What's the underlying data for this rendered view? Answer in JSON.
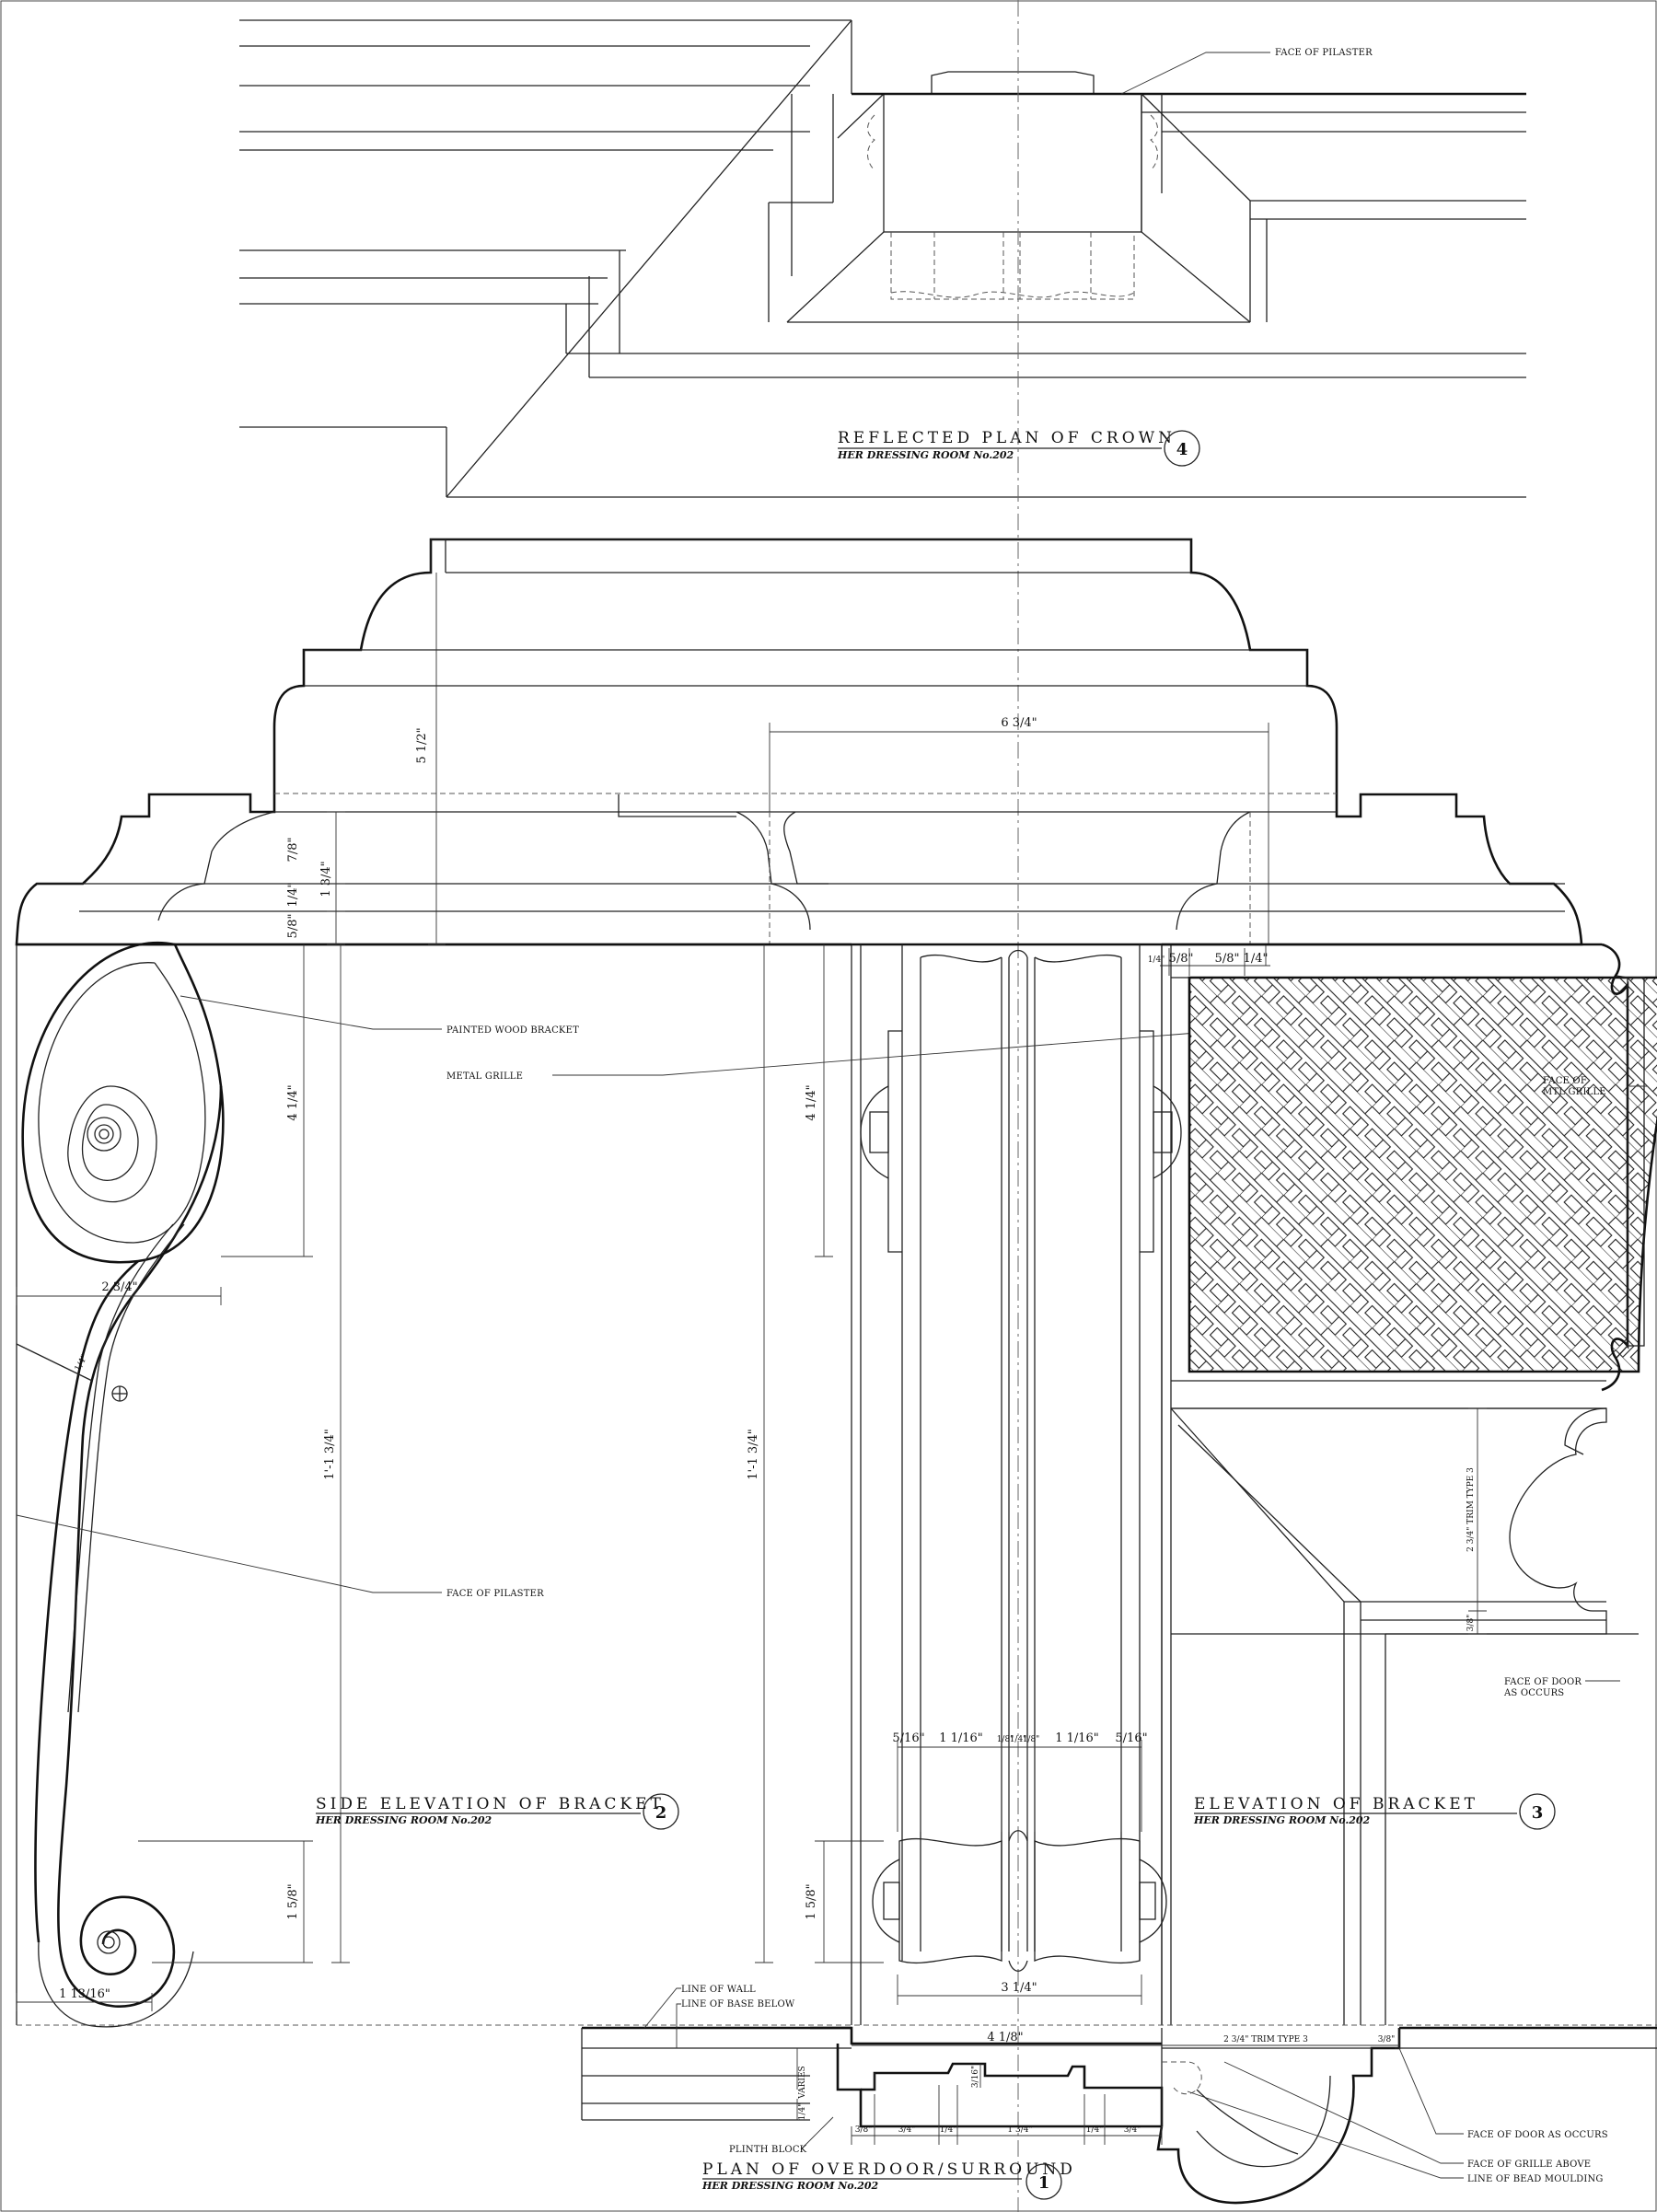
{
  "views": {
    "crown": {
      "title": "REFLECTED PLAN OF CROWN",
      "subtitle": "HER DRESSING ROOM No.202",
      "number": "4"
    },
    "side_bracket": {
      "title": "SIDE ELEVATION OF BRACKET",
      "subtitle": "HER DRESSING ROOM No.202",
      "number": "2"
    },
    "bracket": {
      "title": "ELEVATION OF BRACKET",
      "subtitle": "HER DRESSING ROOM No.202",
      "number": "3"
    },
    "overdoor": {
      "title": "PLAN OF OVERDOOR/SURROUND",
      "subtitle": "HER DRESSING ROOM No.202",
      "number": "1"
    }
  },
  "notes": {
    "face_of_pilaster_top": "FACE OF PILASTER",
    "painted_wood_bracket": "PAINTED WOOD BRACKET",
    "metal_grille": "METAL GRILLE",
    "face_of_pilaster": "FACE OF PILASTER",
    "face_of_mtl_grille_1": "FACE OF",
    "face_of_mtl_grille_2": "MTL GRILLE",
    "face_of_door_1": "FACE OF DOOR",
    "face_of_door_2": "AS OCCURS",
    "line_of_wall": "LINE OF WALL",
    "line_of_base_below": "LINE OF BASE BELOW",
    "plinth_block": "PLINTH BLOCK",
    "face_of_door_as_occurs": "FACE OF DOOR AS OCCURS",
    "face_of_grille_above": "FACE OF GRILLE ABOVE",
    "line_of_bead_moulding": "LINE OF BEAD MOULDING",
    "varies": "VARIES"
  },
  "dims": {
    "d_5_1_2": "5 1/2\"",
    "d_6_3_4": "6 3/4\"",
    "d_7_8": "7/8\"",
    "d_1_4_a": "1/4\"",
    "d_5_8_a": "5/8\"",
    "d_1_3_4": "1 3/4\"",
    "d_4_1_4_a": "4 1/4\"",
    "d_4_1_4_b": "4 1/4\"",
    "d_2_3_4": "2 3/4\"",
    "d_1_4_b": "1/4\"",
    "d_1_1_3_4_a": "1'-1 3/4\"",
    "d_1_1_3_4_b": "1'-1 3/4\"",
    "d_1_5_8_a": "1 5/8\"",
    "d_1_5_8_b": "1 5/8\"",
    "d_1_13_16": "1 13/16\"",
    "top_1_4_a": "1/4\"",
    "top_5_8_a": "5/8\"",
    "top_5_8_b": "5/8\"",
    "top_1_4_b": "1/4\"",
    "c_5_16_a": "5/16\"",
    "c_1_1_16_a": "1 1/16\"",
    "c_1_8_a": "1/8\"",
    "c_1_4": "1/4\"",
    "c_1_8_b": "1/8\"",
    "c_1_1_16_b": "1 1/16\"",
    "c_5_16_b": "5/16\"",
    "c_3_1_4": "3 1/4\"",
    "trim_vert": "2 3/4\" TRIM TYPE 3",
    "d_3_8_v": "3/8\"",
    "p_4_1_8": "4 1/8\"",
    "p_trim": "2 3/4\" TRIM TYPE 3",
    "p_3_8_top": "3/8\"",
    "p_1_4_left": "1/4\"",
    "p_3_8": "3/8\"",
    "p_3_4_a": "3/4\"",
    "p_1_4_a": "1/4\"",
    "p_1_3_4": "1 3/4\"",
    "p_1_4_b": "1/4\"",
    "p_3_4_b": "3/4\"",
    "p_3_16": "3/16\"",
    "d_1_4_small": "1/4\""
  }
}
